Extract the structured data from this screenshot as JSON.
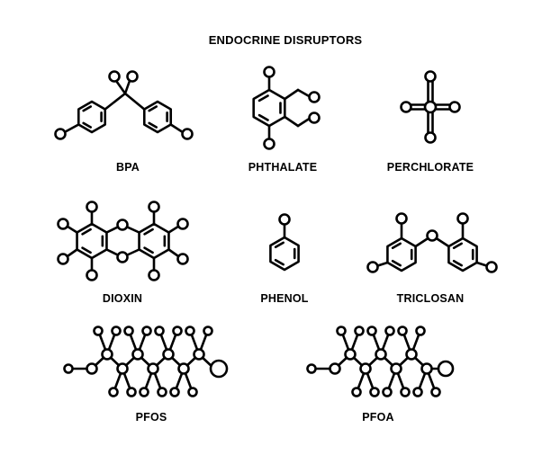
{
  "title": "ENDOCRINE DISRUPTORS",
  "colors": {
    "stroke": "#000000",
    "background": "#ffffff"
  },
  "molecules": [
    {
      "id": "bpa",
      "label": "BPA"
    },
    {
      "id": "phthalate",
      "label": "PHTHALATE"
    },
    {
      "id": "perchlorate",
      "label": "PERCHLORATE"
    },
    {
      "id": "dioxin",
      "label": "DIOXIN"
    },
    {
      "id": "phenol",
      "label": "PHENOL"
    },
    {
      "id": "triclosan",
      "label": "TRICLOSAN"
    },
    {
      "id": "pfos",
      "label": "PFOS"
    },
    {
      "id": "pfoa",
      "label": "PFOA"
    }
  ]
}
